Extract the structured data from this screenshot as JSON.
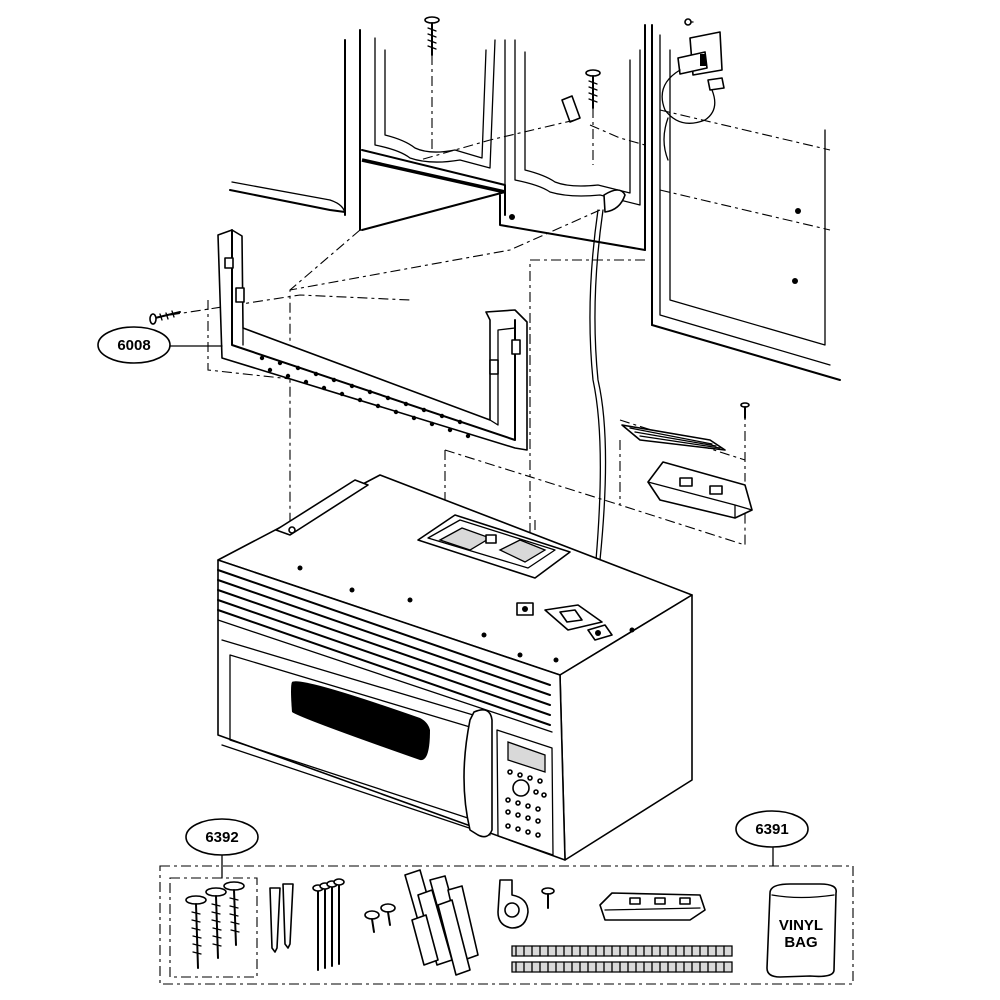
{
  "callouts": {
    "bracket": "6008",
    "screws": "6392",
    "parts_kit": "6391"
  },
  "bag_label": {
    "line1": "VINYL",
    "line2": "BAG"
  }
}
